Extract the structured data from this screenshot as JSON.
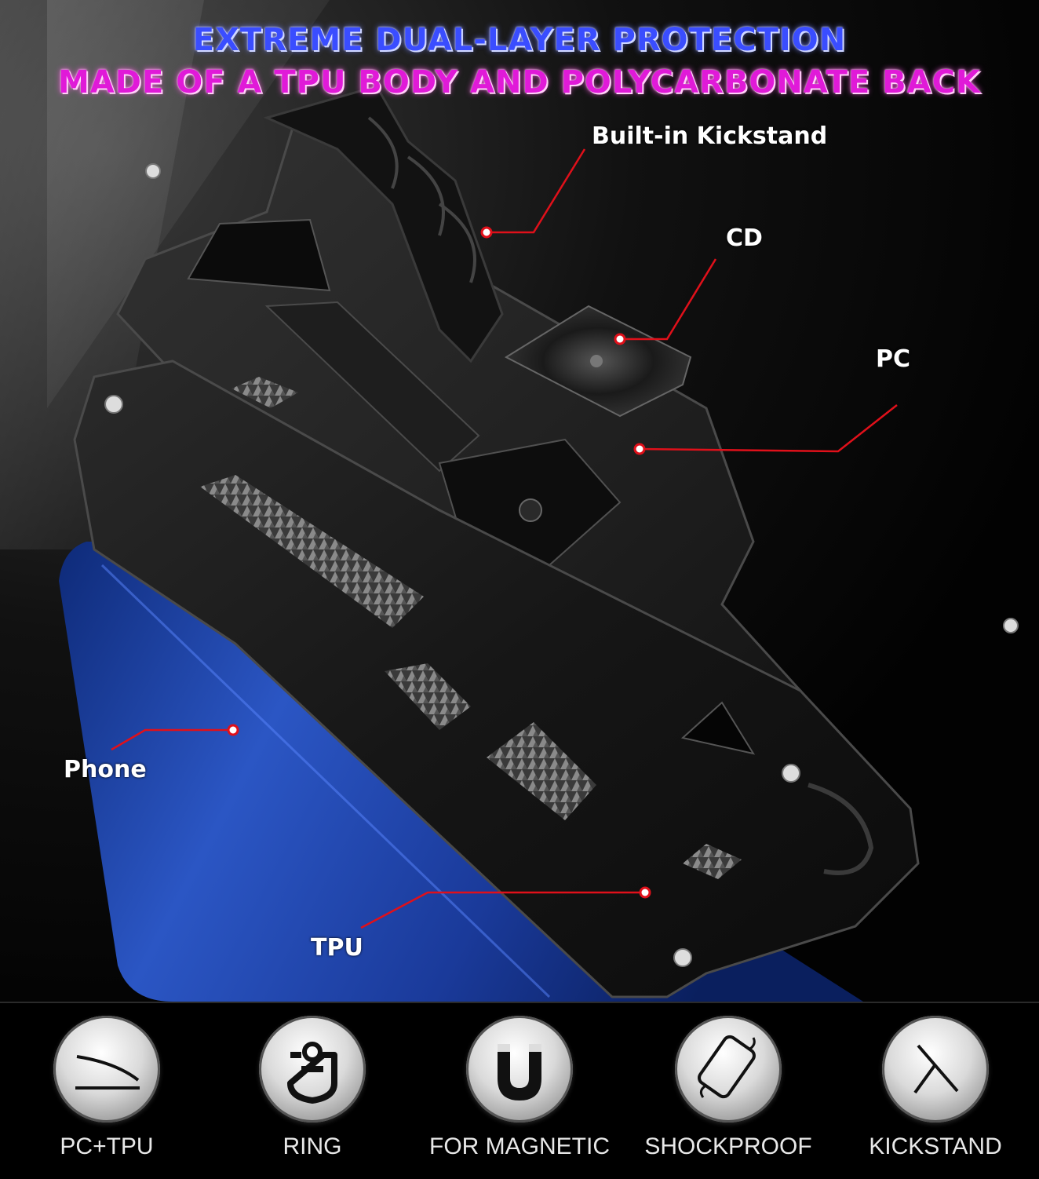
{
  "headline": {
    "line1": "EXTREME DUAL-LAYER PROTECTION",
    "line2": "MADE OF A TPU BODY AND POLYCARBONATE BACK"
  },
  "callouts": {
    "kickstand": "Built-in Kickstand",
    "cd": "CD",
    "pc": "PC",
    "phone": "Phone",
    "tpu": "TPU"
  },
  "features": [
    {
      "label": "PC+TPU",
      "icon": "curve-layer-icon"
    },
    {
      "label": "RING",
      "icon": "ring-holder-icon"
    },
    {
      "label": "FOR MAGNETIC",
      "icon": "magnet-icon"
    },
    {
      "label": "SHOCKPROOF",
      "icon": "shockproof-phone-icon"
    },
    {
      "label": "KICKSTAND",
      "icon": "kickstand-icon"
    }
  ],
  "colors": {
    "headline1": "#3a4dff",
    "headline2": "#e01ad8",
    "callout_line": "#e0101a",
    "phone_blue": "#1f3f9e"
  }
}
